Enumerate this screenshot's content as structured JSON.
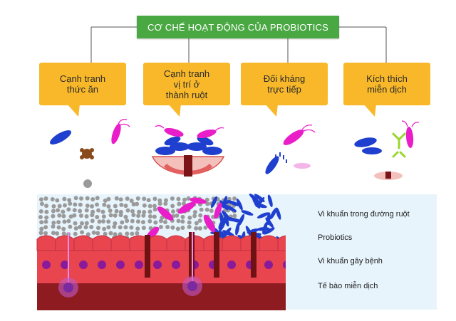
{
  "title": "CƠ CHẾ HOẠT ĐỘNG CỦA PROBIOTICS",
  "mechanisms": [
    {
      "label": "Cạnh tranh\nthức ăn"
    },
    {
      "label": "Cạnh tranh\nvị trí ở\nthành ruột"
    },
    {
      "label": "Đối kháng\ntrực tiếp"
    },
    {
      "label": "Kích thích\nmiễn dịch"
    }
  ],
  "legend": [
    {
      "label": "Vi khuẩn trong đường ruột",
      "icon": "gray-dot-icon"
    },
    {
      "label": "Probiotics",
      "icon": "blue-rod-icon"
    },
    {
      "label": "Vi khuẩn gây bệnh",
      "icon": "pink-flagellate-icon"
    },
    {
      "label": "Tế bào miễn dịch",
      "icon": "green-y-icon"
    }
  ],
  "colors": {
    "title_bg": "#4aa843",
    "bubble": "#f8b82a",
    "probiotic": "#1f3fcf",
    "pathogen": "#e91ec9",
    "gut_bacteria": "#9a9a9a",
    "immune_cell": "#9ad62a",
    "epithelium": "#e8454f",
    "tissue": "#8e1b1f",
    "legend_bg": "#e7f4fc"
  }
}
